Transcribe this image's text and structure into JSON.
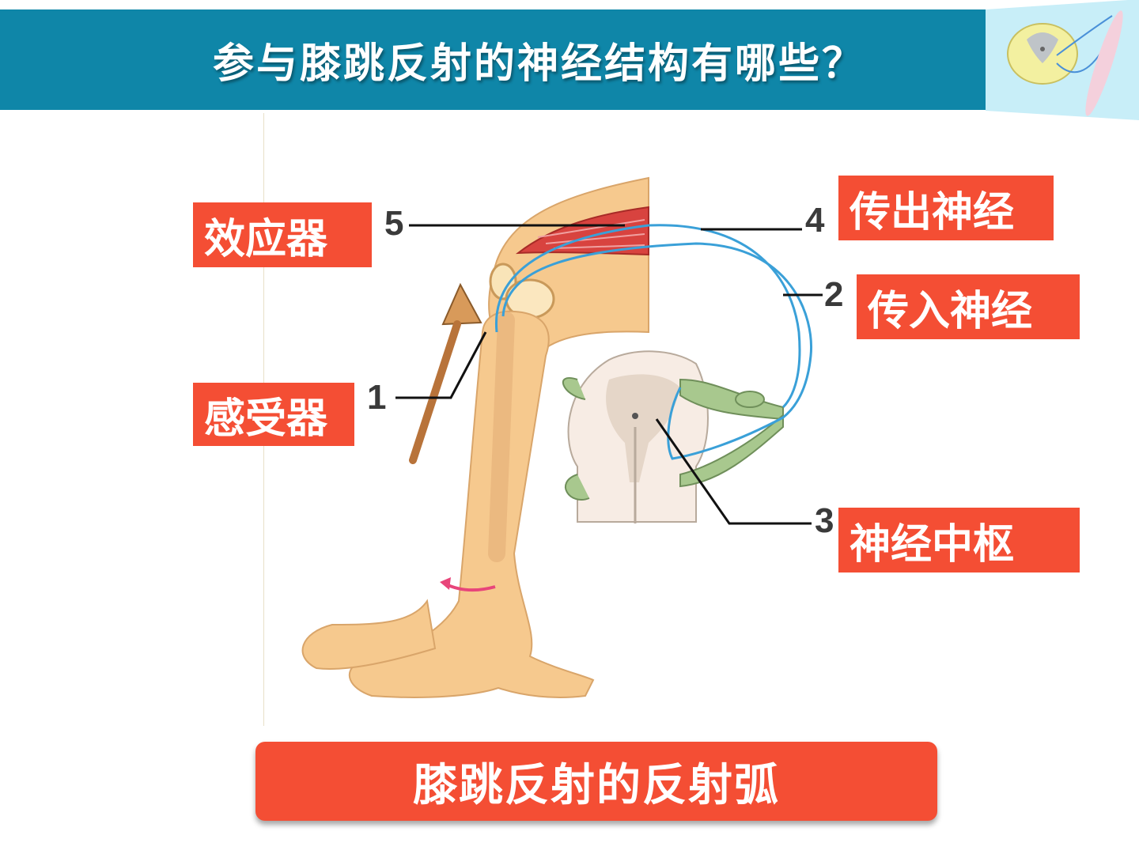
{
  "header": {
    "title": "参与膝跳反射的神经结构有哪些？"
  },
  "labels": {
    "effector": "效应器",
    "receptor": "感受器",
    "efferent_nerve": "传出神经",
    "afferent_nerve": "传入神经",
    "nerve_center": "神经中枢"
  },
  "numbers": {
    "n1": "1",
    "n2": "2",
    "n3": "3",
    "n4": "4",
    "n5": "5"
  },
  "caption": "膝跳反射的反射弧",
  "colors": {
    "header_bg": "#0f86a8",
    "tag_bg": "#f44e34",
    "nerve": "#3aa0d8",
    "skin": "#f6c98e",
    "muscle": "#d8433f"
  }
}
